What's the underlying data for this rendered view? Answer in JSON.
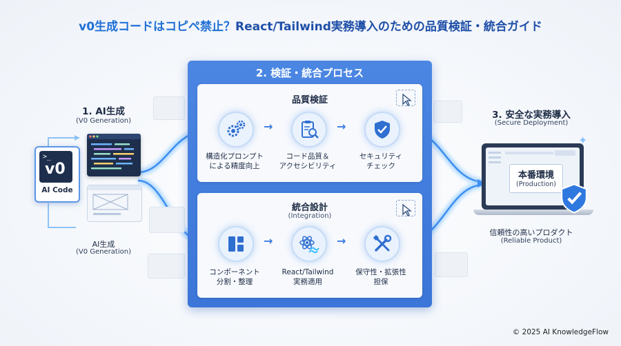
{
  "title": {
    "prefix": "v0生成コードはコピペ禁止？",
    "rest": "React/Tailwind実務導入のための品質検証・統合ガイド"
  },
  "left": {
    "heading": "1. AI生成",
    "sub": "(V0 Generation)",
    "logo_text": "v0",
    "prompt_symbol": ">_",
    "card_label": "AI Code",
    "caption_main": "AI生成",
    "caption_sub": "(V0 Generation)"
  },
  "center": {
    "title": "2. 検証・統合プロセス",
    "quality": {
      "title": "品質検証",
      "steps": [
        {
          "label_l1": "構造化プロンプト",
          "label_l2": "による精度向上",
          "icon": "gears-icon"
        },
        {
          "label_l1": "コード品質＆",
          "label_l2": "アクセシビリティ",
          "icon": "clipboard-search-icon"
        },
        {
          "label_l1": "セキュリティ",
          "label_l2": "チェック",
          "icon": "shield-check-icon"
        }
      ]
    },
    "integration": {
      "title": "統合設計",
      "subtitle": "(Integration)",
      "steps": [
        {
          "label_l1": "コンポーネント",
          "label_l2": "分割・整理",
          "icon": "layout-icon"
        },
        {
          "label_l1": "React/Tailwind",
          "label_l2": "実務適用",
          "icon": "react-tailwind-icon"
        },
        {
          "label_l1": "保守性・拡張性",
          "label_l2": "担保",
          "icon": "tools-icon"
        }
      ]
    }
  },
  "right": {
    "heading": "3. 安全な実務導入",
    "sub": "(Secure Deployment)",
    "screen_title": "本番環境",
    "screen_sub": "(Production)",
    "caption_main": "信頼性の高いプロダクト",
    "caption_sub": "(Reliable Product)"
  },
  "footer": "© 2025 AI KnowledgeFlow",
  "colors": {
    "accent": "#3b7be0",
    "panel": "#4b86e3",
    "title": "#1f4fa8"
  }
}
